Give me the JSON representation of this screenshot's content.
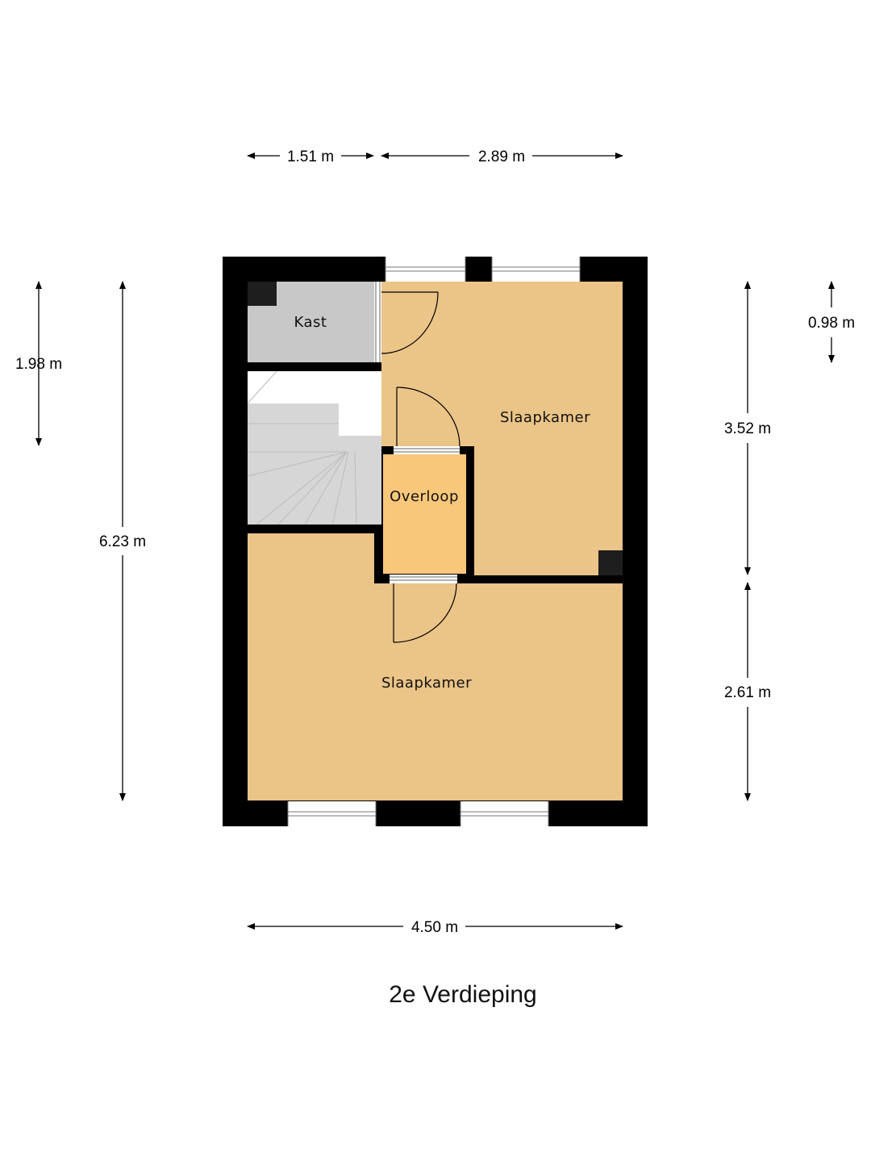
{
  "title": "2e Verdieping",
  "rooms": {
    "kast": "Kast",
    "slaapkamer_top": "Slaapkamer",
    "overloop": "Overloop",
    "slaapkamer_bottom": "Slaapkamer"
  },
  "dimensions": {
    "top_left": "1.51 m",
    "top_right": "2.89 m",
    "bottom": "4.50 m",
    "left_outer": "6.23 m",
    "left_inner": "1.98 m",
    "right_upper": "3.52 m",
    "right_lower": "2.61 m",
    "right_small": "0.98 m"
  },
  "colors": {
    "wall": "#000000",
    "room_fill": "#ebc488",
    "overloop_fill": "#f8c77a",
    "kast_fill": "#c8c8c8",
    "stairs_fill": "#d4d4d4"
  }
}
